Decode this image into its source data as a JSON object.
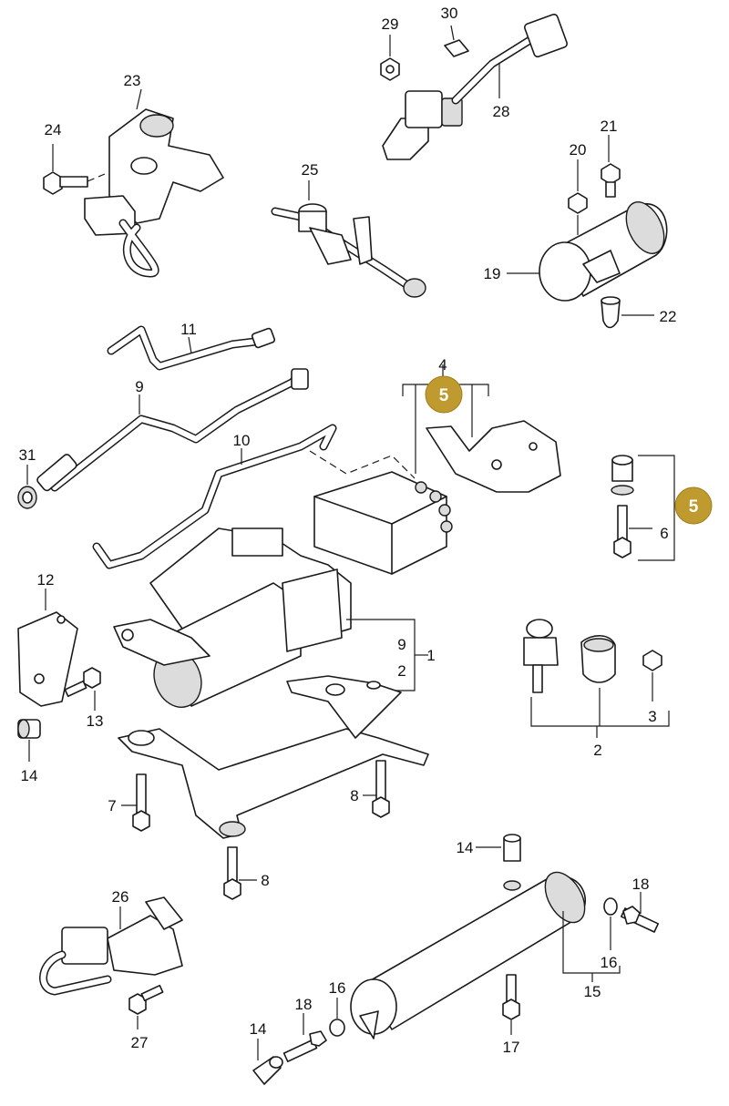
{
  "colors": {
    "badge": "#bf9a2e",
    "line": "#1a1a1a",
    "background": "#ffffff"
  },
  "callouts": {
    "c1": "1",
    "c2_compressor": "2",
    "c2_mount": "2",
    "c3": "3",
    "c4": "4",
    "c6": "6",
    "c7": "7",
    "c8_upper": "8",
    "c8_lower": "8",
    "c9_line": "9",
    "c9_bracket": "9",
    "c10": "10",
    "c11": "11",
    "c12": "12",
    "c13": "13",
    "c14_left": "14",
    "c14_reservoir": "14",
    "c14_bottom": "14",
    "c15": "15",
    "c16_right": "16",
    "c16_bottom": "16",
    "c17": "17",
    "c18_right": "18",
    "c18_bottom": "18",
    "c19": "19",
    "c20": "20",
    "c21": "21",
    "c22": "22",
    "c23": "23",
    "c24": "24",
    "c25": "25",
    "c26": "26",
    "c27": "27",
    "c28": "28",
    "c29": "29",
    "c30": "30",
    "c31": "31"
  },
  "badges": {
    "top": "5",
    "right": "5"
  }
}
